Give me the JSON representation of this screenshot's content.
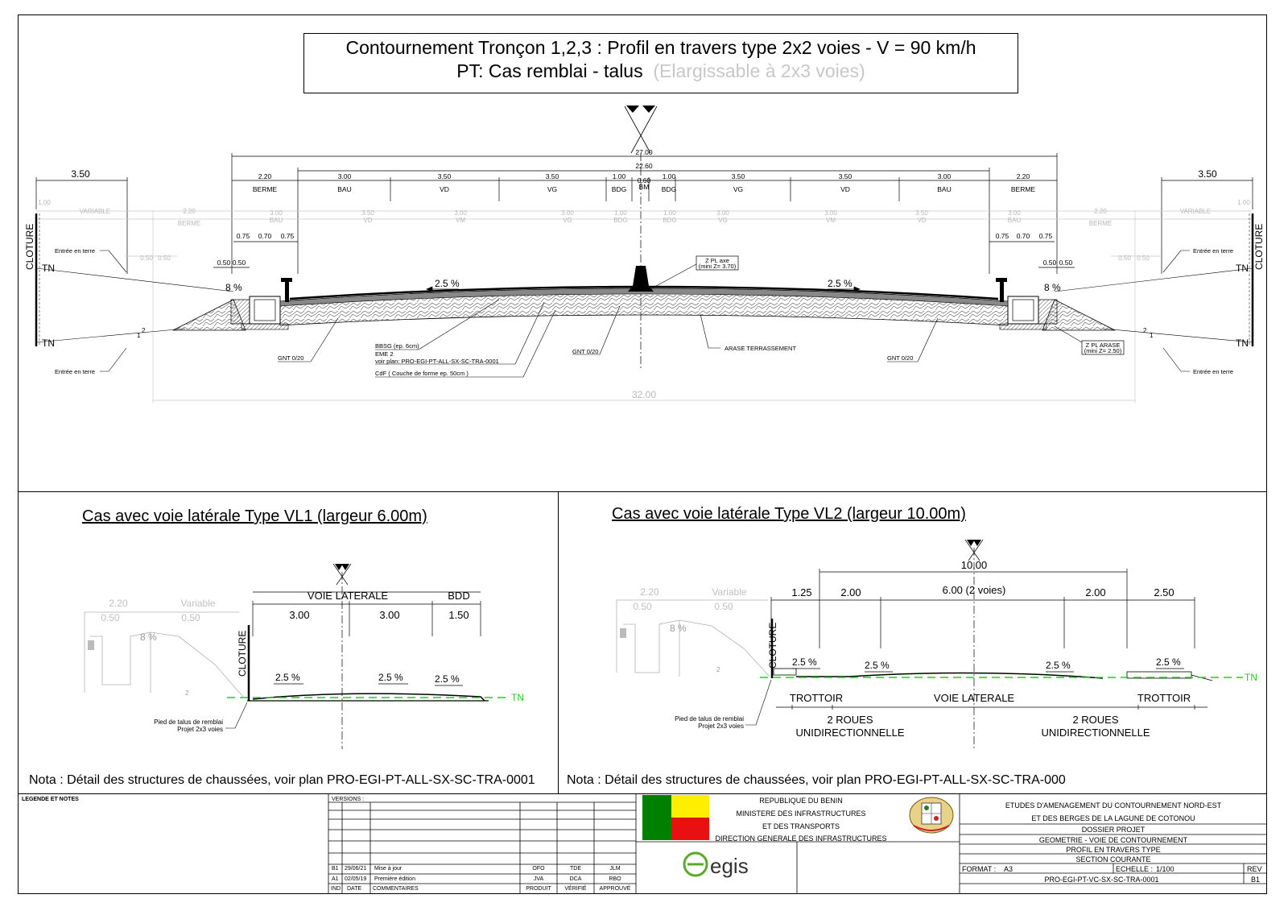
{
  "title": {
    "line1": "Contournement Tronçon 1,2,3 : Profil en travers type 2x2 voies - V = 90 km/h",
    "line2": "PT: Cas remblai - talus",
    "line2_grey": "(Elargissable à 2x3 voies)"
  },
  "main_profile": {
    "total_width": "27.00",
    "pavement_width": "22.60",
    "side_width": "3.50",
    "grey_total": "32.00",
    "segments": [
      {
        "w": "2.20",
        "n": "BERME"
      },
      {
        "w": "3.00",
        "n": "BAU"
      },
      {
        "w": "3.50",
        "n": "VD"
      },
      {
        "w": "3.50",
        "n": "VG"
      },
      {
        "w": "1.00",
        "n": "BDG"
      },
      {
        "w": "0.60",
        "n": "BM"
      },
      {
        "w": "1.00",
        "n": "BDG"
      },
      {
        "w": "3.50",
        "n": "VG"
      },
      {
        "w": "3.50",
        "n": "VD"
      },
      {
        "w": "3.00",
        "n": "BAU"
      },
      {
        "w": "2.20",
        "n": "BERME"
      }
    ],
    "grey_segments": {
      "variable": "VARIABLE",
      "v100": "1.00",
      "berme_w": "2.20",
      "berme": "BERME",
      "bau_w": "3.00",
      "bau": "BAU",
      "vd_w": "3.50",
      "vd": "VD",
      "vm_w": "3.00",
      "vm": "VM",
      "vg_w": "3.00",
      "vg": "VG",
      "bdg_w": "1.00",
      "bdg": "BDG"
    },
    "sub_dims": {
      "a": "0.75",
      "b": "0.70",
      "c": "0.75",
      "d": "0.50",
      "e": "0.50"
    },
    "slope_main": "2.5 %",
    "slope_side": "8 %",
    "cloture": "CLOTURE",
    "tn": "TN",
    "entree_en_terre": "Entrée en terre",
    "talus_v": "2",
    "talus_h": "1",
    "zpl_axe": "Z PL axe",
    "zpl_axe_min": "(mini Z= 3.70)",
    "zpl_arase": "Z PL ARASE",
    "zpl_arase_min": "(mini Z= 2.50)",
    "bbsg": "BBSG (ep. 6cm)",
    "eme": "EME 2",
    "voir_plan": "voir plan: PRO-EGI-PT-ALL-SX-SC-TRA-0001",
    "cdf": "CdF ( Couche de forme ep. 50cm )",
    "gnt": "GNT 0/20",
    "arase": "ARASE TERRASSEMENT"
  },
  "vl1": {
    "title": "Cas avec voie latérale Type VL1 (largeur 6.00m)",
    "voie_laterale": "VOIE LATERALE",
    "bdd": "BDD",
    "dims": [
      "3.00",
      "3.00",
      "1.50"
    ],
    "grey": {
      "a": "2.20",
      "b": "Variable",
      "c": "0.50",
      "d": "0.50"
    },
    "slope": "2.5 %",
    "slope8": "8 %",
    "cloture": "CLOTURE",
    "tn": "TN",
    "talus_v": "2",
    "pied1": "Pied de talus de remblai",
    "pied2": "Projet 2x3 voies",
    "nota": "Nota : Détail des structures de chaussées, voir plan  PRO-EGI-PT-ALL-SX-SC-TRA-0001"
  },
  "vl2": {
    "title": "Cas avec voie latérale Type VL2 (largeur 10.00m)",
    "total": "10.00",
    "dims": [
      "1.25",
      "2.00",
      "6.00 (2 voies)",
      "2.00",
      "2.50"
    ],
    "grey": {
      "a": "2.20",
      "b": "Variable",
      "c": "0.50",
      "d": "0.50"
    },
    "slope": "2.5 %",
    "slope8": "8 %",
    "cloture": "CLOTURE",
    "tn": "TN",
    "talus_v": "2",
    "trottoir": "TROTTOIR",
    "voie_laterale": "VOIE LATERALE",
    "deux_roues": "2 ROUES",
    "unidir": "UNIDIRECTIONNELLE",
    "pied1": "Pied de talus de remblai",
    "pied2": "Projet 2x3 voies",
    "nota": "Nota : Détail des structures de chaussées, voir plan  PRO-EGI-PT-ALL-SX-SC-TRA-000"
  },
  "titleblock": {
    "legende": "LEGENDE ET NOTES",
    "versions": "VERSIONS :",
    "rows": [
      {
        "ind": "B1",
        "date": "29/06/21",
        "comment": "Mise à jour",
        "produit": "OFO",
        "verifie": "TDE",
        "approuve": "JLM"
      },
      {
        "ind": "A1",
        "date": "02/05/19",
        "comment": "Première édition",
        "produit": "JVA",
        "verifie": "DCA",
        "approuve": "RBO"
      }
    ],
    "headers": {
      "ind": "IND",
      "date": "DATE",
      "commentaires": "COMMENTAIRES",
      "produit": "PRODUIT",
      "verifie": "VÉRIFIÉ",
      "approuve": "APPROUVÉ"
    },
    "republique": "REPUBLIQUE DU BENIN",
    "ministere": "MINISTERE DES INFRASTRUCTURES",
    "transports": "ET DES TRANSPORTS",
    "direction": "DIRECTION GENERALE DES INFRASTRUCTURES",
    "egis": "egis",
    "etudes1": "ETUDES D'AMENAGEMENT DU CONTOURNEMENT NORD-EST",
    "etudes2": "ET DES BERGES DE LA LAGUNE DE COTONOU",
    "dossier": "DOSSIER PROJET",
    "geometrie": "GEOMETRIE - VOIE DE CONTOURNEMENT",
    "profil": "PROFIL EN TRAVERS TYPE",
    "section": "SECTION COURANTE",
    "format_label": "FORMAT :",
    "format": "A3",
    "echelle_label": "ECHELLE :",
    "echelle": "1/100",
    "rev_label": "REV",
    "rev": "B1",
    "code": "PRO-EGI-PT-VC-SX-SC-TRA-0001"
  },
  "colors": {
    "flag_green": "#008000",
    "flag_yellow": "#ffee00",
    "flag_red": "#e81010",
    "tn_line": "#22cc22",
    "grey": "#c0c0c0",
    "egis_green": "#5aaa2a"
  }
}
